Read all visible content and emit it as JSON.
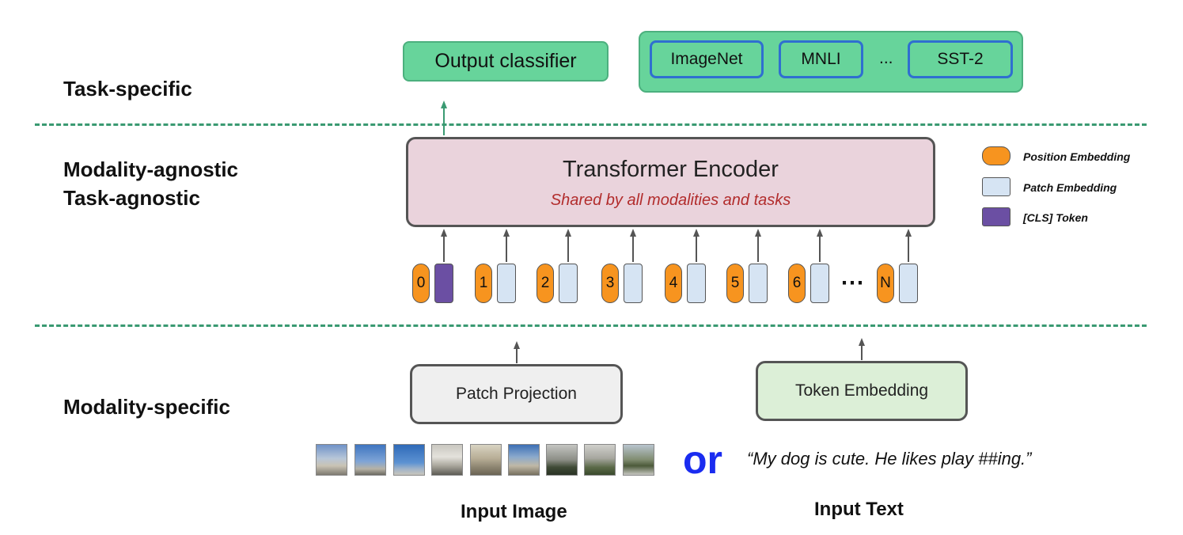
{
  "sections": {
    "task_specific": "Task-specific",
    "agnostic_line1": "Modality-agnostic",
    "agnostic_line2": "Task-agnostic",
    "modality_specific": "Modality-specific"
  },
  "task_head": {
    "output_classifier": "Output classifier",
    "tasks": [
      "ImageNet",
      "MNLI",
      "SST-2"
    ],
    "ellipsis": "..."
  },
  "encoder": {
    "title": "Transformer Encoder",
    "subtitle": "Shared by all modalities and tasks"
  },
  "tokens": {
    "positions": [
      "0",
      "1",
      "2",
      "3",
      "4",
      "5",
      "6",
      "N"
    ],
    "ellipsis": "⋯"
  },
  "legend": [
    {
      "label": "Position Embedding",
      "color": "#f7941f"
    },
    {
      "label": "Patch Embedding",
      "color": "#d6e4f3"
    },
    {
      "label": "[CLS] Token",
      "color": "#6b4fa3"
    }
  ],
  "inputs": {
    "patch_projection": "Patch Projection",
    "token_embedding": "Token Embedding",
    "or_text": "or",
    "example_text": "“My dog is cute. He likes play ##ing.”",
    "image_caption": "Input Image",
    "text_caption": "Input Text"
  },
  "colors": {
    "accent_green": "#67d49b",
    "task_border_blue": "#2f6fd0",
    "encoder_fill": "#ead3dc",
    "subtitle_red": "#b22c2c",
    "or_blue": "#1a2cf0",
    "divider_green": "#3a9a72"
  }
}
